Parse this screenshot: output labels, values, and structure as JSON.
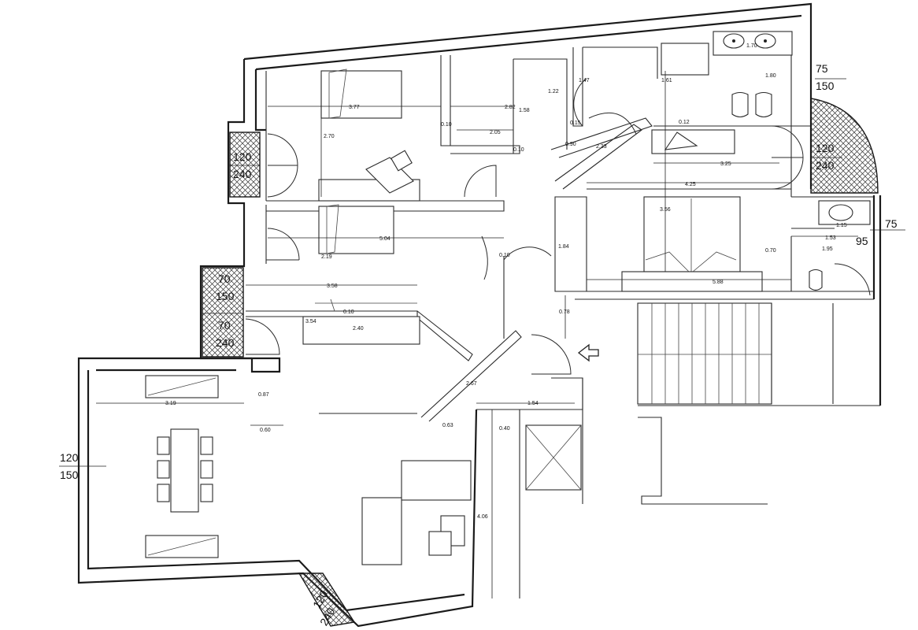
{
  "dimensions": {
    "living_bedroom_top_width": "3.77",
    "hall_top_width": "2.82",
    "bath_small_height": "1.58",
    "closet_height": "1.22",
    "corridor_top_width": "1.47",
    "bath_width": "1.61",
    "bath_sink_width": "1.70",
    "bath_height": "1.80",
    "room1_height": "2.70",
    "small_wall_a": "0.10",
    "hall_mid_width": "2.05",
    "small_wall_b": "0.10",
    "wall_thick_a": "0.15",
    "door_width_a": "0.90",
    "diag_corridor": "2.33",
    "wall_thick_b": "0.12",
    "wardrobe_width": "3.25",
    "bedroom_width": "4.25",
    "room2_width": "5.04",
    "bed_depth": "3.56",
    "bath2_sink": "1.15",
    "bath2_width": "1.53",
    "bath2_height": "1.95",
    "bath2_door": "0.70",
    "hall_small_wall": "0.10",
    "corridor_height": "1.84",
    "bedroom_depth": "5.88",
    "room2_height": "2.19",
    "kitchen_width": "3.58",
    "kitchen_wall": "0.10",
    "kitchen_counter": "3.54",
    "kitchen_counter2": "2.40",
    "entry_wall": "0.78",
    "living_width": "3.19",
    "living_wall": "0.87",
    "living_wall2": "0.60",
    "diag_wall": "2.67",
    "diag_wall2": "0.63",
    "entry_width": "1.54",
    "entry_wall2": "0.40",
    "terrace_height": "4.06"
  },
  "windows": {
    "room1_window_width": "120",
    "room1_window_height": "240",
    "kitchen_window_width_top": "70",
    "kitchen_window_height_top": "150",
    "kitchen_window_width_bottom": "70",
    "kitchen_window_height_bottom": "240",
    "living_window_width": "120",
    "living_window_height": "150",
    "bottom_window_width": "120",
    "bottom_window_height": "240",
    "bath_window_width": "75",
    "bath_window_height": "150",
    "bedroom_window_width": "120",
    "bedroom_window_height": "240",
    "bath2_window_width": "75",
    "bath2_window_height": "95"
  },
  "icons": {
    "entry": "entry-arrow-icon"
  }
}
